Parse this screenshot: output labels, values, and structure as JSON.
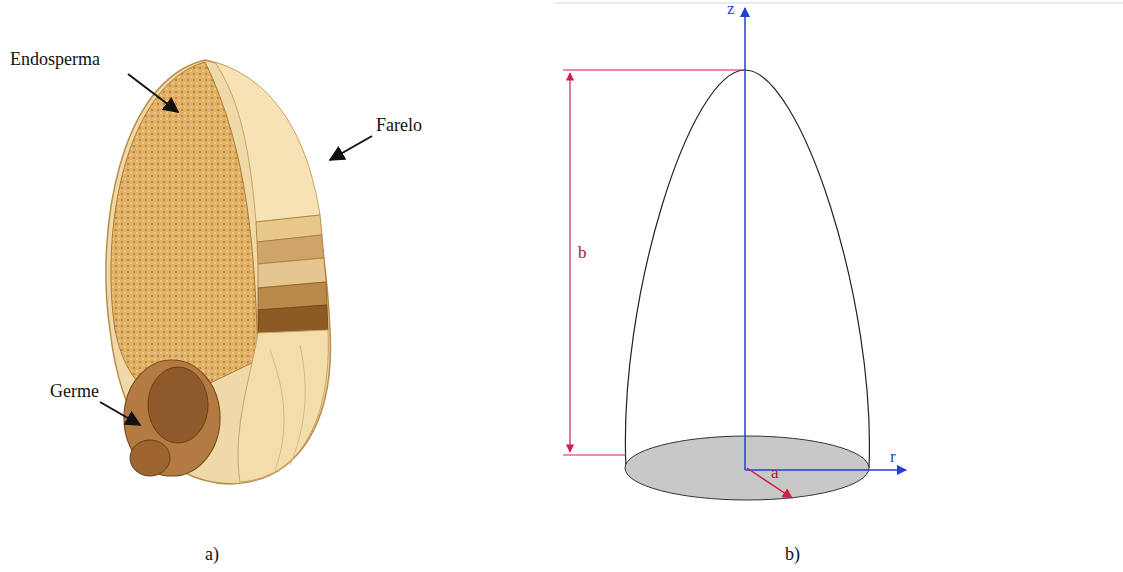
{
  "diagram": {
    "labels": [
      "Endosperma",
      "Farelo",
      "Germe",
      "a)",
      "z",
      "b",
      "a",
      "r",
      "b)"
    ]
  }
}
